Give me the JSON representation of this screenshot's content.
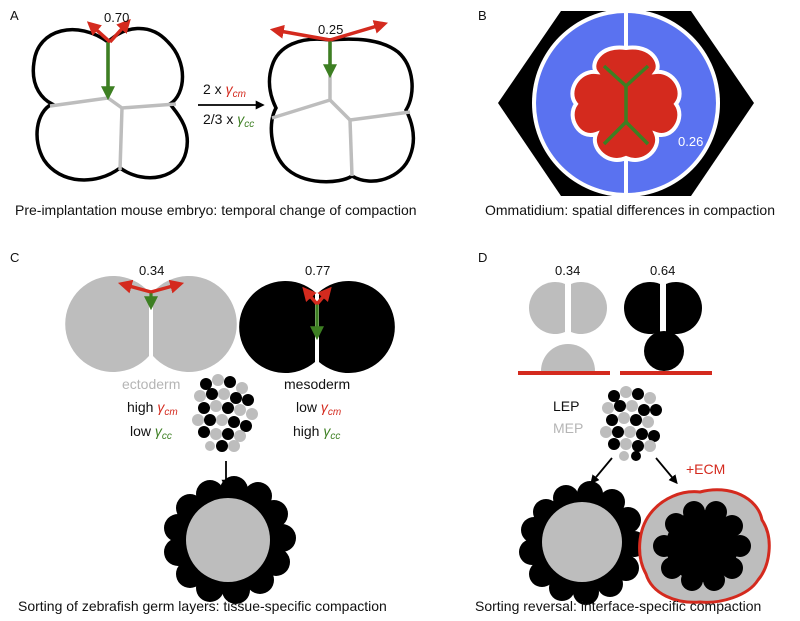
{
  "colors": {
    "red": "#d42a1e",
    "green": "#3d7f22",
    "gray": "#bdbdbd",
    "blue": "#5a72f0",
    "black": "#000000"
  },
  "panelA": {
    "letter": "A",
    "value_left": "0.70",
    "value_right": "0.25",
    "arrow_top_prefix": "2 x ",
    "arrow_top_symbol": "γ",
    "arrow_top_sub": "cm",
    "arrow_bottom_prefix": "2/3 x ",
    "arrow_bottom_symbol": "γ",
    "arrow_bottom_sub": "cc",
    "caption": "Pre-implantation mouse embryo: temporal change of compaction"
  },
  "panelB": {
    "letter": "B",
    "value": "0.26",
    "caption": "Ommatidium: spatial differences in compaction"
  },
  "panelC": {
    "letter": "C",
    "value_left": "0.34",
    "value_right": "0.77",
    "ectoderm": "ectoderm",
    "mesoderm": "mesoderm",
    "high": "high ",
    "low": "low ",
    "gamma": "γ",
    "sub_cm": "cm",
    "sub_cc": "cc",
    "caption": "Sorting of zebrafish germ layers: tissue-specific compaction"
  },
  "panelD": {
    "letter": "D",
    "value_left": "0.34",
    "value_right": "0.64",
    "lep": "LEP",
    "mep": "MEP",
    "ecm": "+ECM",
    "caption": "Sorting reversal: interface-specific compaction"
  }
}
